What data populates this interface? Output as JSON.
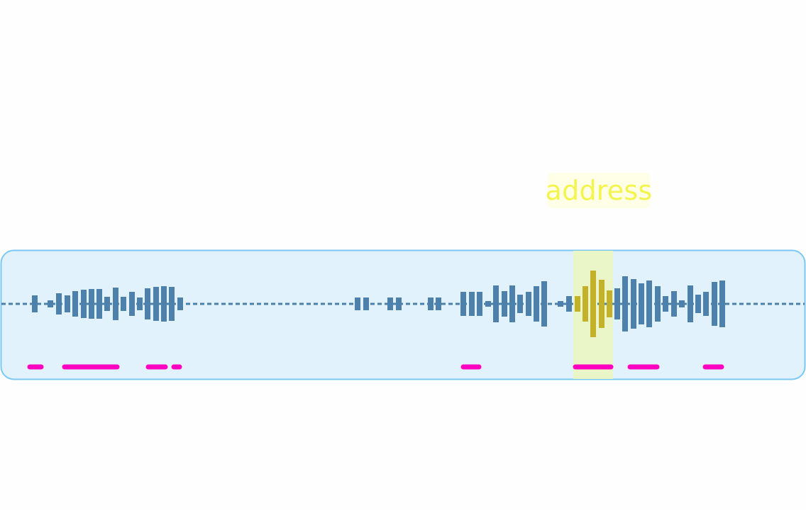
{
  "highlighted_word": "address",
  "colors": {
    "panel_fill": "#e1f2fd",
    "panel_border": "#7cc8f2",
    "waveform": "#4d81ab",
    "highlight_fill": "#eaf6c8",
    "highlight_waveform": "#c3b229",
    "segment_marker": "#ff00c0",
    "label_background": "#ffffe8",
    "label_text": "#f4f44e"
  },
  "icons": [
    "audio-waveform",
    "speech-segment-marker"
  ]
}
